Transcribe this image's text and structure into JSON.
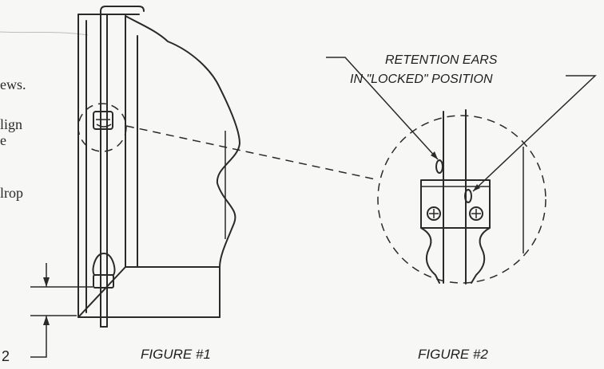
{
  "left_text": {
    "line1": "ews.",
    "line2": "lign",
    "line3": "e",
    "line4": "lrop"
  },
  "figure1": {
    "caption": "FIGURE #1"
  },
  "figure2": {
    "caption": "FIGURE #2",
    "callout_line1": "RETENTION EARS",
    "callout_line2": "IN \"LOCKED\" POSITION"
  },
  "dimension": {
    "label": "2"
  },
  "colors": {
    "ink": "#2a2a2a",
    "paper": "#f7f7f5"
  }
}
